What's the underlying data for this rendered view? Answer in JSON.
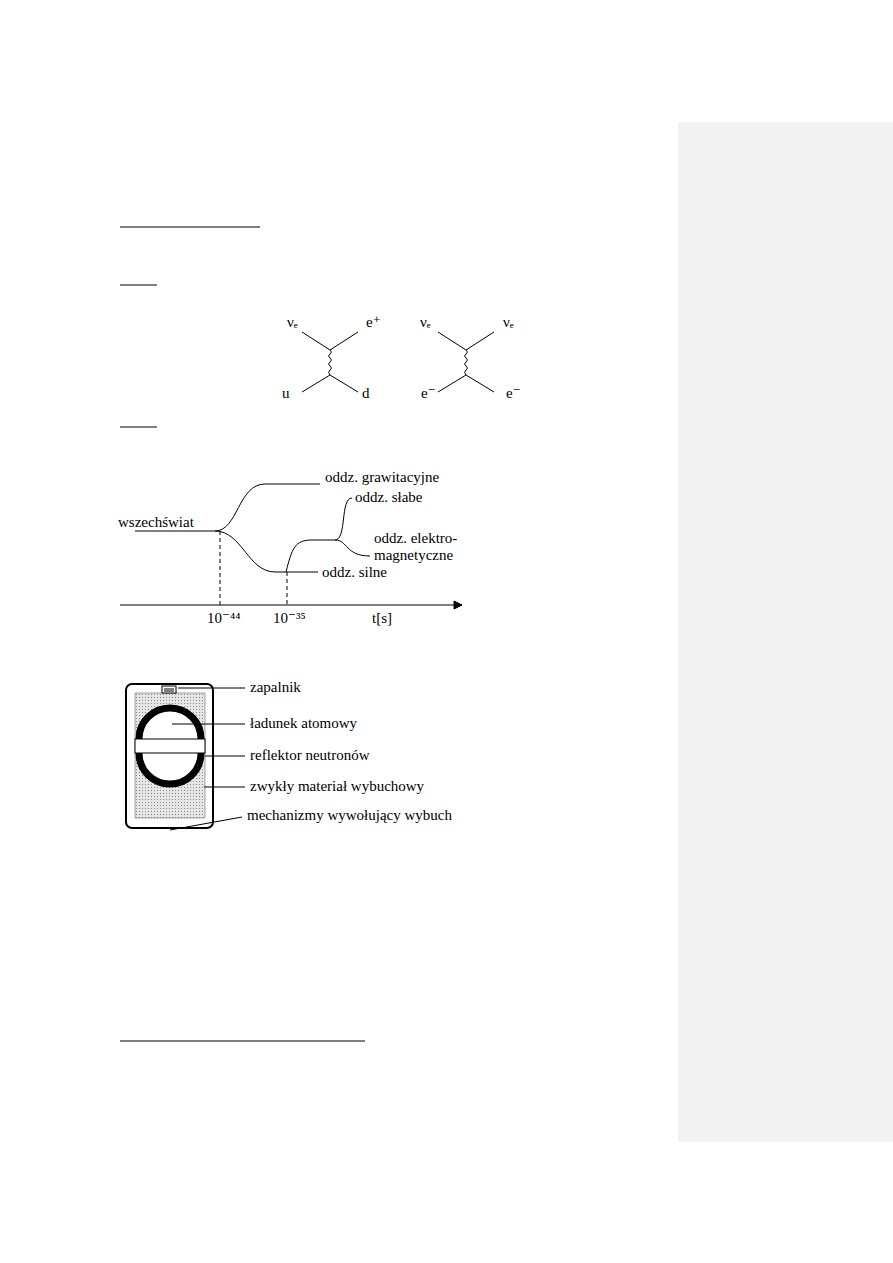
{
  "diagram": {
    "labels": [
      "νₑ",
      "e⁺",
      "u",
      "d",
      "νₑ",
      "νₑ",
      "e⁻",
      "e⁻",
      "oddz. grawitacyjne",
      "wszechświat",
      "oddz. słabe",
      "oddz. elektro- magnetyczne",
      "oddz. silne",
      "10⁻⁴⁴",
      "10⁻³⁵",
      "t[s]",
      "zapalnik",
      "ładunek atomowy",
      "reflektor neutronów",
      "zwykły materiał wybuchowy",
      "mechanizmy wywołujący wybuch"
    ]
  }
}
